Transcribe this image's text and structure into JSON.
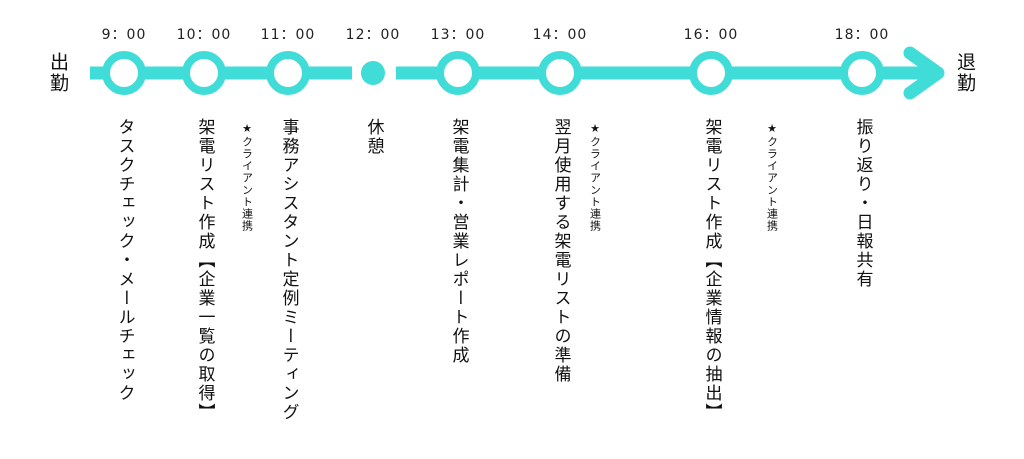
{
  "start_label": "出勤",
  "end_label": "退勤",
  "accent_color": "#40DCD8",
  "events": [
    {
      "time": "9：00",
      "task": "タスクチェック・メールチェック"
    },
    {
      "time": "10：00",
      "task": "架電リスト作成【企業一覧の取得】"
    },
    {
      "time": "11：00",
      "task": "事務アシスタント定例ミーティング"
    },
    {
      "time": "12：00",
      "task": "休憩"
    },
    {
      "time": "13：00",
      "task": "架電集計・営業レポート作成"
    },
    {
      "time": "14：00",
      "task": "翌月使用する架電リストの準備"
    },
    {
      "time": "16：00",
      "task": "架電リスト作成【企業情報の抽出】"
    },
    {
      "time": "18：00",
      "task": "振り返り・日報共有"
    }
  ],
  "notes": [
    "★クライアント連携",
    "★クライアント連携",
    "★クライアント連携"
  ]
}
